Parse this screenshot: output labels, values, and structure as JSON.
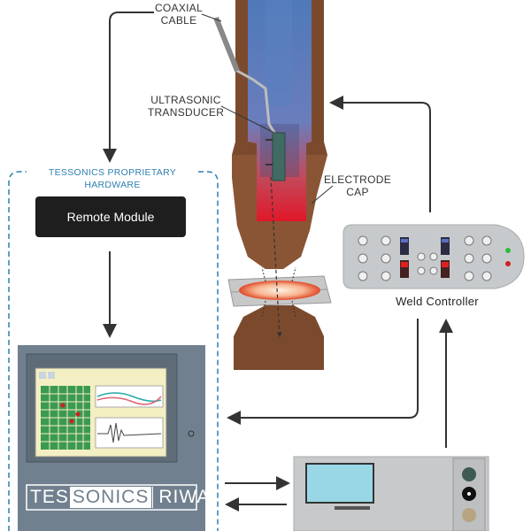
{
  "labels": {
    "coaxial_cable_line1": "COAXIAL",
    "coaxial_cable_line2": "CABLE",
    "transducer_line1": "ULTRASONIC",
    "transducer_line2": "TRANSDUCER",
    "electrode_line1": "ELECTRODE",
    "electrode_line2": "CAP",
    "hardware_group": "TESSONICS PROPRIETARY HARDWARE",
    "remote_module": "Remote Module",
    "weld_controller": "Weld Controller"
  },
  "branding": {
    "part1": "TES",
    "part2": "SONICS",
    "part3": "RIWA"
  },
  "colors": {
    "accent_blue": "#2f7fb0",
    "electrode_copper": "#7b4a2d",
    "panel_gray": "#70808f",
    "arrow": "#333333"
  }
}
